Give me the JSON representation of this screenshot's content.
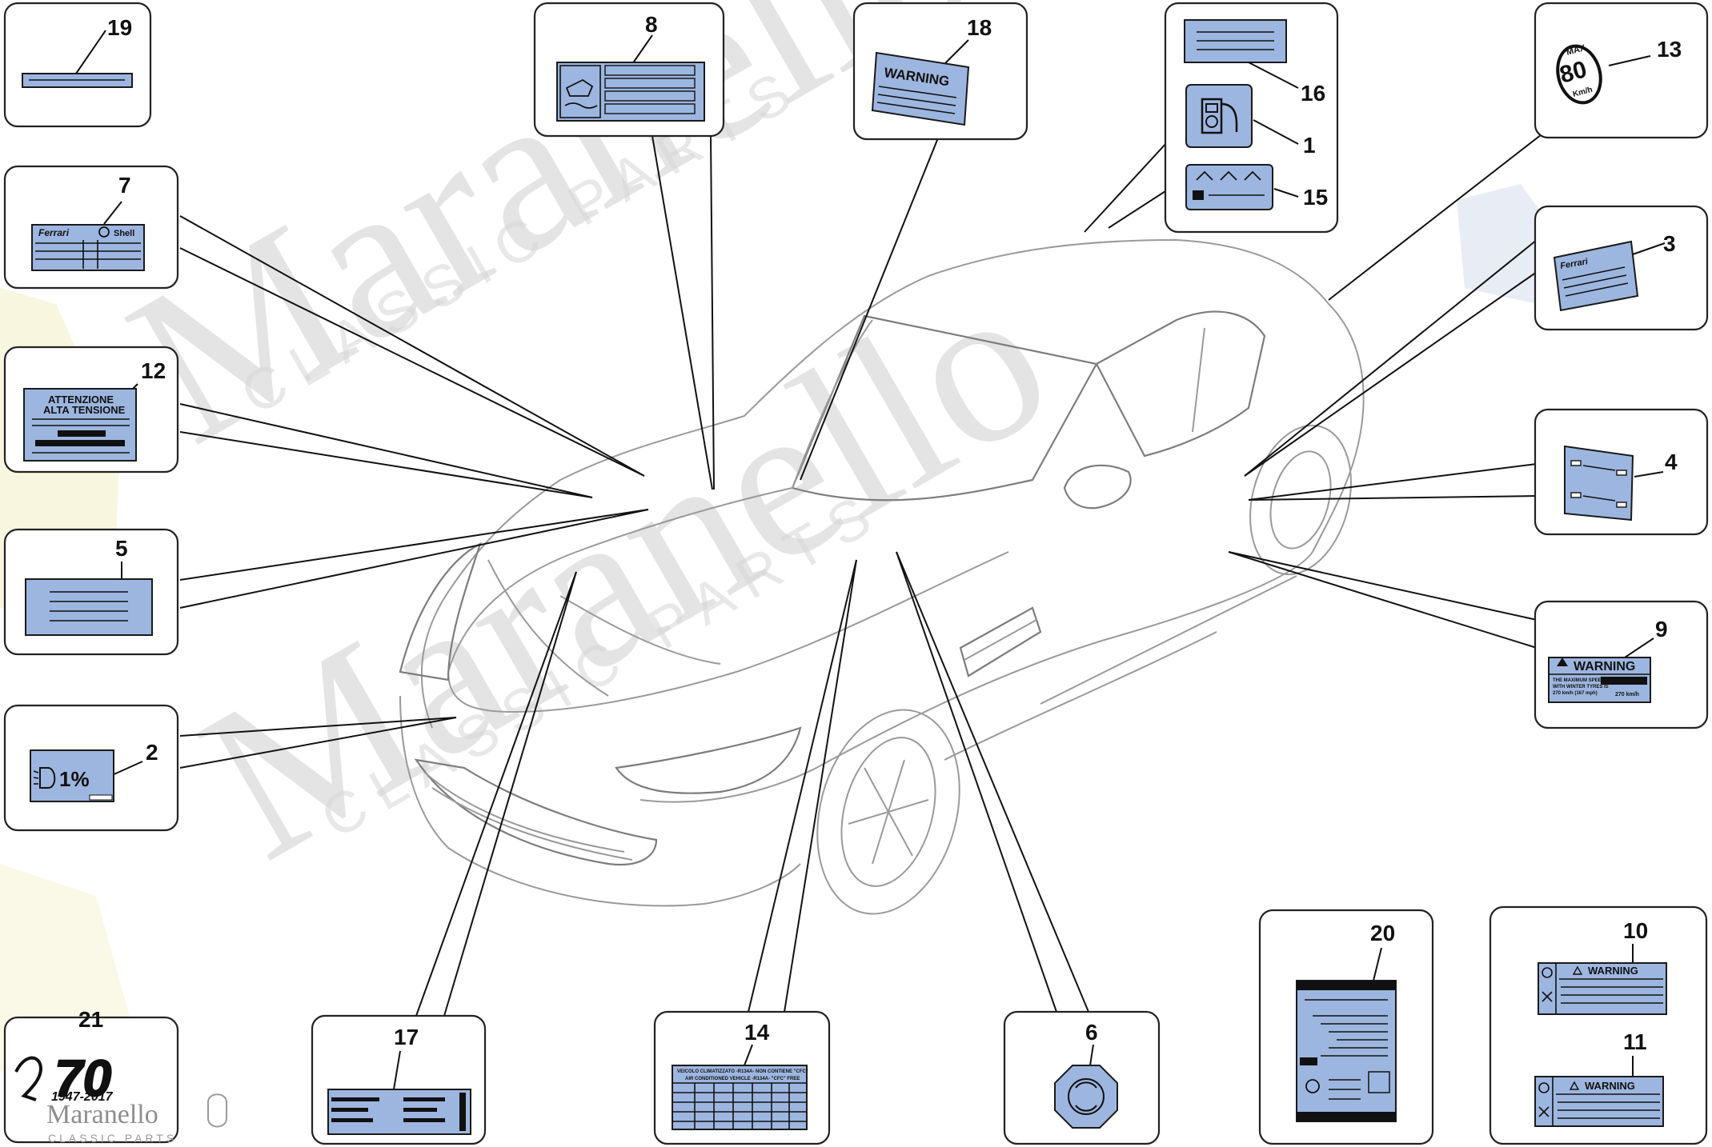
{
  "watermark": {
    "brand": "Maranello",
    "sub": "CLASSIC PARTS"
  },
  "callouts": [
    {
      "id": "19",
      "number": "19"
    },
    {
      "id": "8",
      "number": "8"
    },
    {
      "id": "18",
      "number": "18"
    },
    {
      "id": "16",
      "number": "16"
    },
    {
      "id": "1",
      "number": "1"
    },
    {
      "id": "15",
      "number": "15"
    },
    {
      "id": "13",
      "number": "13"
    },
    {
      "id": "7",
      "number": "7"
    },
    {
      "id": "3",
      "number": "3"
    },
    {
      "id": "12",
      "number": "12"
    },
    {
      "id": "4",
      "number": "4"
    },
    {
      "id": "5",
      "number": "5"
    },
    {
      "id": "9",
      "number": "9"
    },
    {
      "id": "2",
      "number": "2"
    },
    {
      "id": "20",
      "number": "20"
    },
    {
      "id": "10",
      "number": "10"
    },
    {
      "id": "11",
      "number": "11"
    },
    {
      "id": "21",
      "number": "21"
    },
    {
      "id": "17",
      "number": "17"
    },
    {
      "id": "14",
      "number": "14"
    },
    {
      "id": "6",
      "number": "6"
    }
  ],
  "label_texts": {
    "warning_18": "WARNING",
    "shell_7": "Shell",
    "attenzione_1": "ATTENZIONE",
    "attenzione_2": "ALTA TENSIONE",
    "headlamp_2": "1%",
    "speed_max": "MAX",
    "speed_value": "80",
    "speed_unit": "Km/h",
    "warning_9": "WARNING",
    "warning_9_line1": "THE MAXIMUM SPEED",
    "warning_9_line2": "WITH WINTER TYRES IS",
    "warning_9_line3": "270 km/h (167 mph)",
    "warning_9_right": "270 km/h",
    "ac_14_line1": "VEICOLO CLIMATIZZATO -R134A- NON CONTIENE \"CFC\"",
    "ac_14_line2": "AIR CONDITIONED VEHICLE -R134A- \"CFC\" FREE",
    "warning_10": "WARNING",
    "warning_11": "WARNING",
    "logo_70": "70",
    "logo_years": "1947-2017",
    "logo_brand": "Maranello",
    "logo_sub": "CLASSIC PARTS"
  },
  "colors": {
    "label_fill": "#9db6e0",
    "outline": "#1a1a1a",
    "car_line": "#9a9a9a"
  }
}
